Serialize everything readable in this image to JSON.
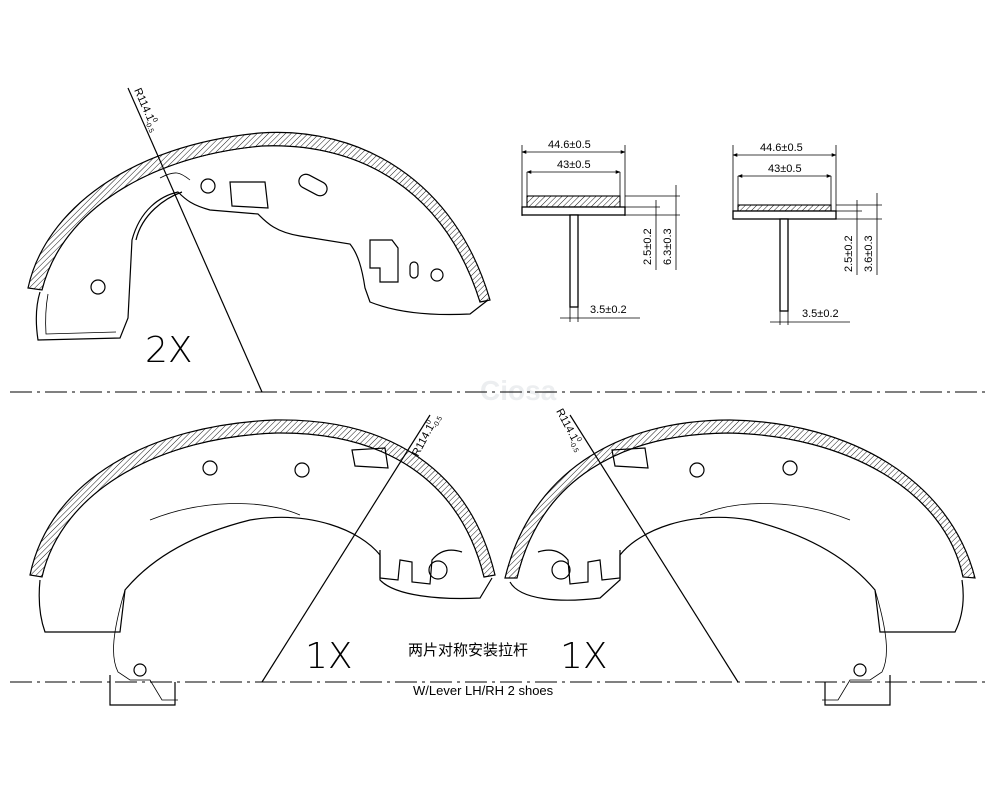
{
  "labels": {
    "radius": "R114.1",
    "radius_tol_upper": "0",
    "radius_tol_lower": "-0.5",
    "qty_top": "2X",
    "qty_left": "1X",
    "qty_right": "1X",
    "note_cn": "两片对称安装拉杆",
    "note_en": "W/Lever  LH/RH 2 shoes",
    "watermark": "Ciosa"
  },
  "section_a": {
    "overall_width": "44.6±0.5",
    "table_width": "43±0.5",
    "web_thickness": "2.5±0.2",
    "lining_thickness": "6.3±0.3",
    "rim_thickness": "3.5±0.2"
  },
  "section_b": {
    "overall_width": "44.6±0.5",
    "table_width": "43±0.5",
    "web_thickness": "2.5±0.2",
    "lining_thickness": "3.6±0.3",
    "rim_thickness": "3.5±0.2"
  }
}
